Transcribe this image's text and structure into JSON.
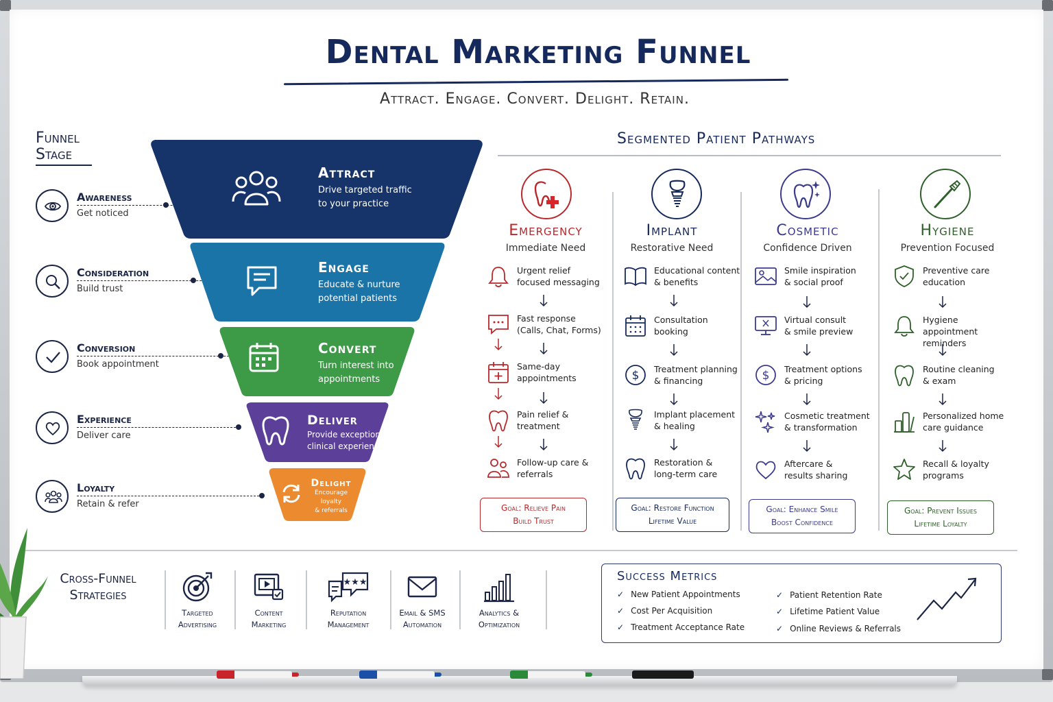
{
  "title": "Dental Marketing Funnel",
  "tagline": "Attract. Engage. Convert. Delight. Retain.",
  "funnel_stage_header": "Funnel Stage",
  "stages": [
    {
      "name": "Awareness",
      "sub": "Get noticed",
      "icon": "eye-icon"
    },
    {
      "name": "Consideration",
      "sub": "Build trust",
      "icon": "search-icon"
    },
    {
      "name": "Conversion",
      "sub": "Book appointment",
      "icon": "check-icon"
    },
    {
      "name": "Experience",
      "sub": "Deliver care",
      "icon": "heart-icon"
    },
    {
      "name": "Loyalty",
      "sub": "Retain & refer",
      "icon": "people-icon"
    }
  ],
  "funnel": [
    {
      "head": "Attract",
      "line1": "Drive targeted traffic",
      "line2": "to your practice",
      "color": "#16346a",
      "icon": "people-icon"
    },
    {
      "head": "Engage",
      "line1": "Educate & nurture",
      "line2": "potential patients",
      "color": "#1b74a8",
      "icon": "chat-icon"
    },
    {
      "head": "Convert",
      "line1": "Turn interest into",
      "line2": "appointments",
      "color": "#3d9a47",
      "icon": "calendar-icon"
    },
    {
      "head": "Deliver",
      "line1": "Provide exceptional",
      "line2": "clinical experience",
      "color": "#5b3f99",
      "icon": "tooth-icon"
    },
    {
      "head": "Delight",
      "line1": "Encourage loyalty",
      "line2": "& referrals",
      "color": "#ec8a2f",
      "icon": "refresh-icon"
    }
  ],
  "pathways_header": "Segmented Patient Pathways",
  "pathways": [
    {
      "name": "Emergency",
      "sub": "Immediate Need",
      "color": "#b8282b",
      "icon": "tooth-cross-icon",
      "steps": [
        {
          "l1": "Urgent relief",
          "l2": "focused messaging",
          "icon": "bell-icon"
        },
        {
          "l1": "Fast response",
          "l2": "(Calls, Chat, Forms)",
          "icon": "chat-icon"
        },
        {
          "l1": "Same-day",
          "l2": "appointments",
          "icon": "calendar-plus-icon"
        },
        {
          "l1": "Pain relief &",
          "l2": "treatment",
          "icon": "tooth-icon"
        },
        {
          "l1": "Follow-up care &",
          "l2": "referrals",
          "icon": "people-icon"
        }
      ],
      "goal1": "Goal: Relieve Pain",
      "goal2": "Build Trust"
    },
    {
      "name": "Implant",
      "sub": "Restorative Need",
      "color": "#16295c",
      "icon": "implant-icon",
      "steps": [
        {
          "l1": "Educational content",
          "l2": "& benefits",
          "icon": "book-icon"
        },
        {
          "l1": "Consultation",
          "l2": "booking",
          "icon": "calendar-icon"
        },
        {
          "l1": "Treatment planning",
          "l2": "& financing",
          "icon": "dollar-icon"
        },
        {
          "l1": "Implant placement",
          "l2": "& healing",
          "icon": "implant-icon"
        },
        {
          "l1": "Restoration &",
          "l2": "long-term care",
          "icon": "tooth-icon"
        }
      ],
      "goal1": "Goal: Restore Function",
      "goal2": "Lifetime Value"
    },
    {
      "name": "Cosmetic",
      "sub": "Confidence Driven",
      "color": "#3b3a8c",
      "icon": "tooth-sparkle-icon",
      "steps": [
        {
          "l1": "Smile inspiration",
          "l2": "& social proof",
          "icon": "image-icon"
        },
        {
          "l1": "Virtual consult",
          "l2": "& smile preview",
          "icon": "monitor-icon"
        },
        {
          "l1": "Treatment options",
          "l2": "& pricing",
          "icon": "dollar-icon"
        },
        {
          "l1": "Cosmetic treatment",
          "l2": "& transformation",
          "icon": "sparkle-icon"
        },
        {
          "l1": "Aftercare &",
          "l2": "results sharing",
          "icon": "heart-icon"
        }
      ],
      "goal1": "Goal: Enhance Smile",
      "goal2": "Boost Confidence"
    },
    {
      "name": "Hygiene",
      "sub": "Prevention Focused",
      "color": "#2f5f2a",
      "icon": "toothbrush-icon",
      "steps": [
        {
          "l1": "Preventive care",
          "l2": "education",
          "icon": "shield-icon"
        },
        {
          "l1": "Hygiene appointment",
          "l2": "reminders",
          "icon": "bell-icon"
        },
        {
          "l1": "Routine cleaning",
          "l2": "& exam",
          "icon": "tooth-icon"
        },
        {
          "l1": "Personalized home",
          "l2": "care guidance",
          "icon": "products-icon"
        },
        {
          "l1": "Recall & loyalty",
          "l2": "programs",
          "icon": "star-icon"
        }
      ],
      "goal1": "Goal: Prevent Issues",
      "goal2": "Lifetime Loyalty"
    }
  ],
  "cross_funnel_header_l1": "Cross-Funnel",
  "cross_funnel_header_l2": "Strategies",
  "strategies": [
    {
      "l1": "Targeted",
      "l2": "Advertising",
      "icon": "target-icon"
    },
    {
      "l1": "Content",
      "l2": "Marketing",
      "icon": "video-icon"
    },
    {
      "l1": "Reputation",
      "l2": "Management",
      "icon": "review-icon"
    },
    {
      "l1": "Email & SMS",
      "l2": "Automation",
      "icon": "mail-icon"
    },
    {
      "l1": "Analytics &",
      "l2": "Optimization",
      "icon": "bar-chart-icon"
    }
  ],
  "metrics_header": "Success Metrics",
  "metrics_left": [
    "New Patient Appointments",
    "Cost Per Acquisition",
    "Treatment Acceptance Rate"
  ],
  "metrics_right": [
    "Patient Retention Rate",
    "Lifetime Patient Value",
    "Online Reviews & Referrals"
  ],
  "check_glyph": "✓"
}
